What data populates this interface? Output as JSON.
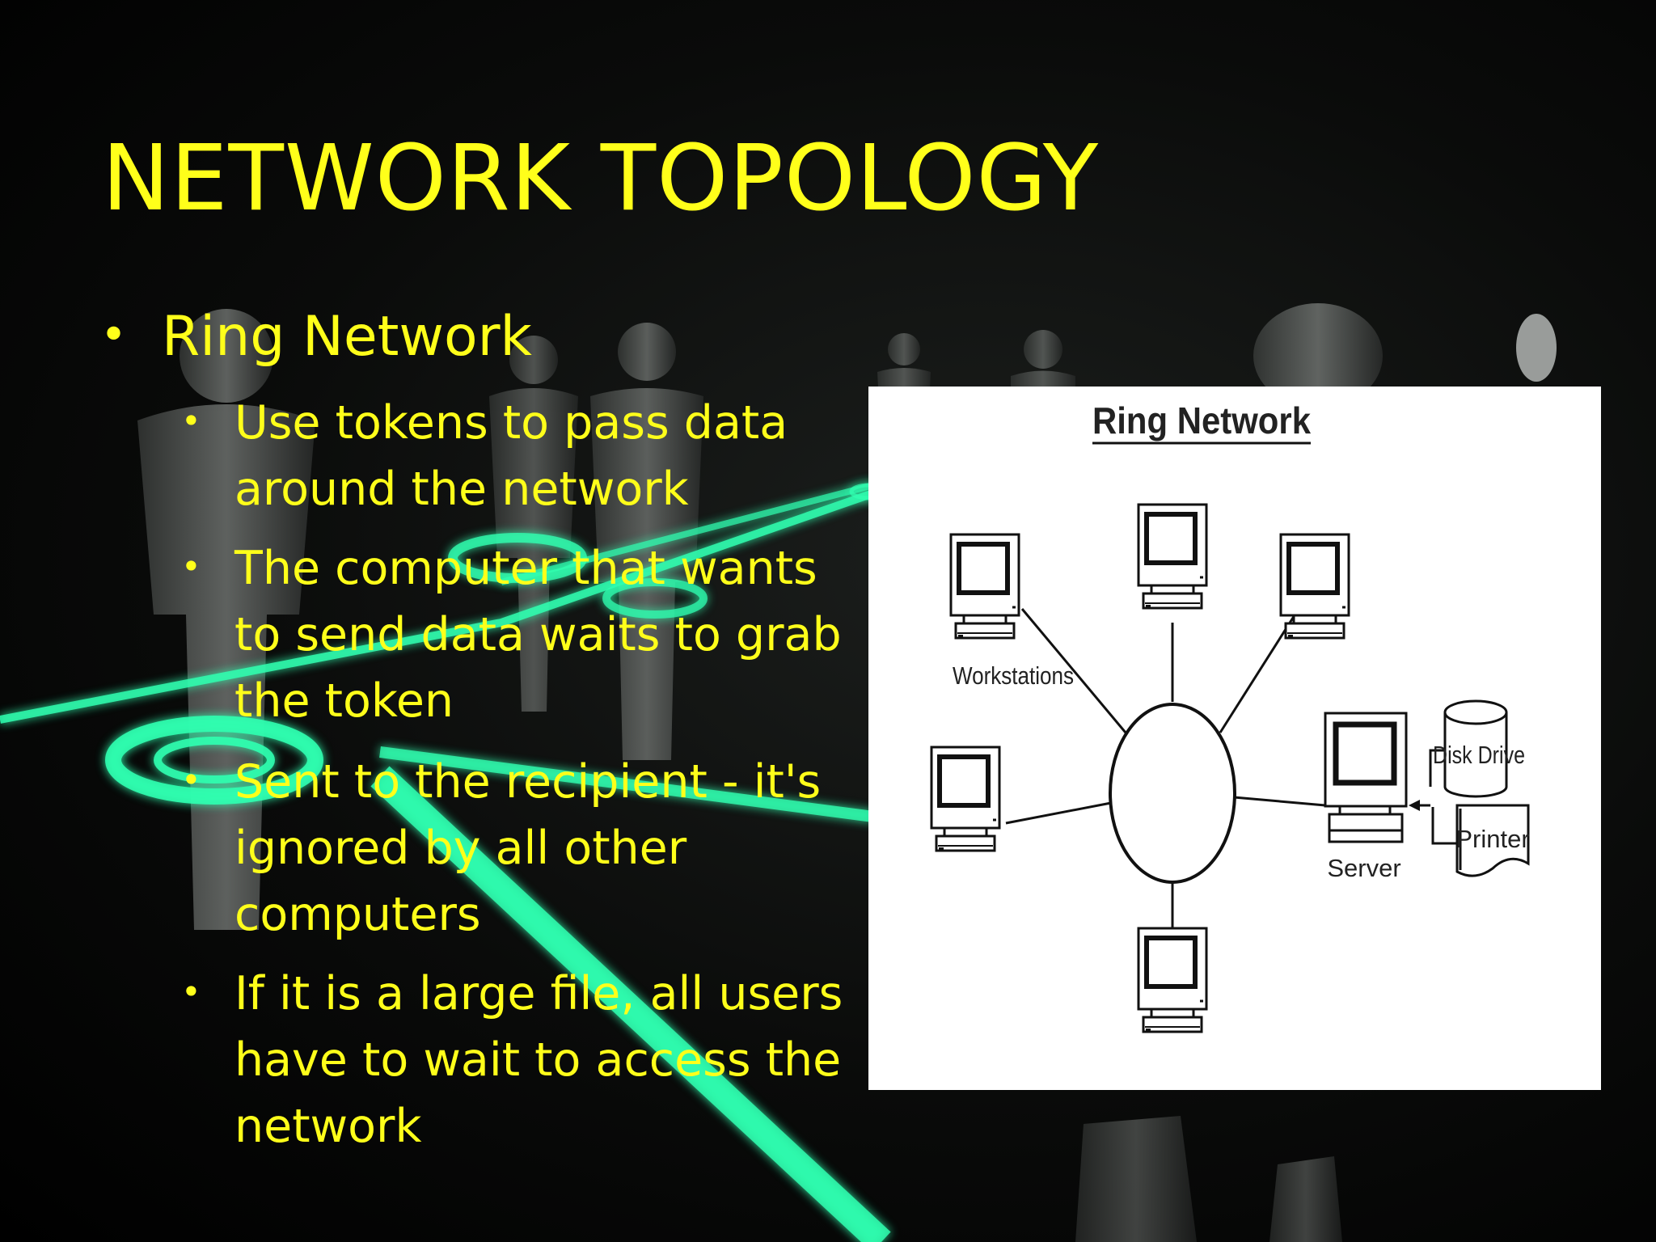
{
  "slide": {
    "title": "NETWORK TOPOLOGY",
    "bullet": "Ring Network",
    "sub_bullets": [
      [
        "Use tokens to pass data",
        "around the network"
      ],
      [
        "The computer that wants",
        "to send data waits to grab",
        "the token"
      ],
      [
        "Sent to the recipient - it's",
        "ignored by all other",
        "computers"
      ],
      [
        "If it is a large file, all users",
        "have to wait to access the",
        "network"
      ]
    ],
    "text_color": "#ffff1a",
    "accent_glow": "#2fffb0"
  },
  "diagram": {
    "title": "Ring Network",
    "labels": {
      "workstations": "Workstations",
      "server": "Server",
      "disk_drive": "Disk Drive",
      "printer": "Printer"
    }
  }
}
